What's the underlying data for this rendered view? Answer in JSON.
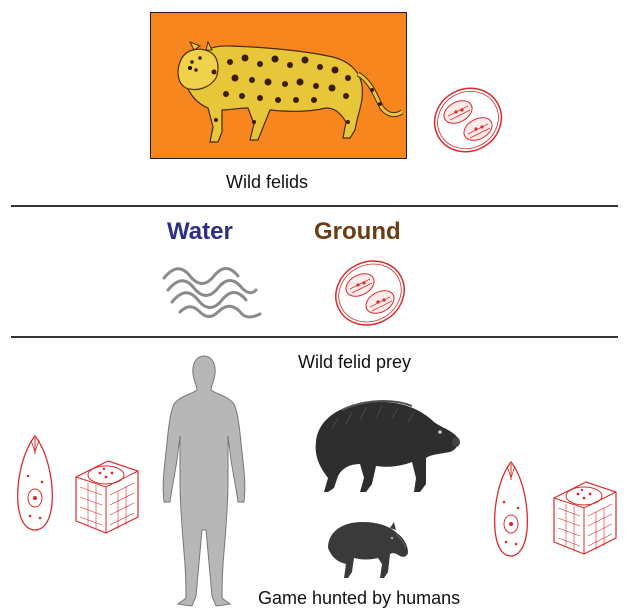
{
  "top": {
    "caption": "Wild felids"
  },
  "middle": {
    "water_label": "Water",
    "ground_label": "Ground"
  },
  "bottom": {
    "prey_caption": "Wild felid prey",
    "game_caption": "Game hunted by humans"
  },
  "colors": {
    "orange_bg": "#f7861e",
    "water_text": "#2b2f86",
    "ground_text": "#6b3d12",
    "parasite_red": "#d92b2b",
    "silhouette_gray": "#b7b7b7"
  },
  "icons": [
    "jaguar-image",
    "oocyst-icon",
    "water-waves-icon",
    "human-silhouette",
    "peccary-image",
    "tapir-image",
    "tachyzoite-icon",
    "tissue-cyst-icon"
  ]
}
